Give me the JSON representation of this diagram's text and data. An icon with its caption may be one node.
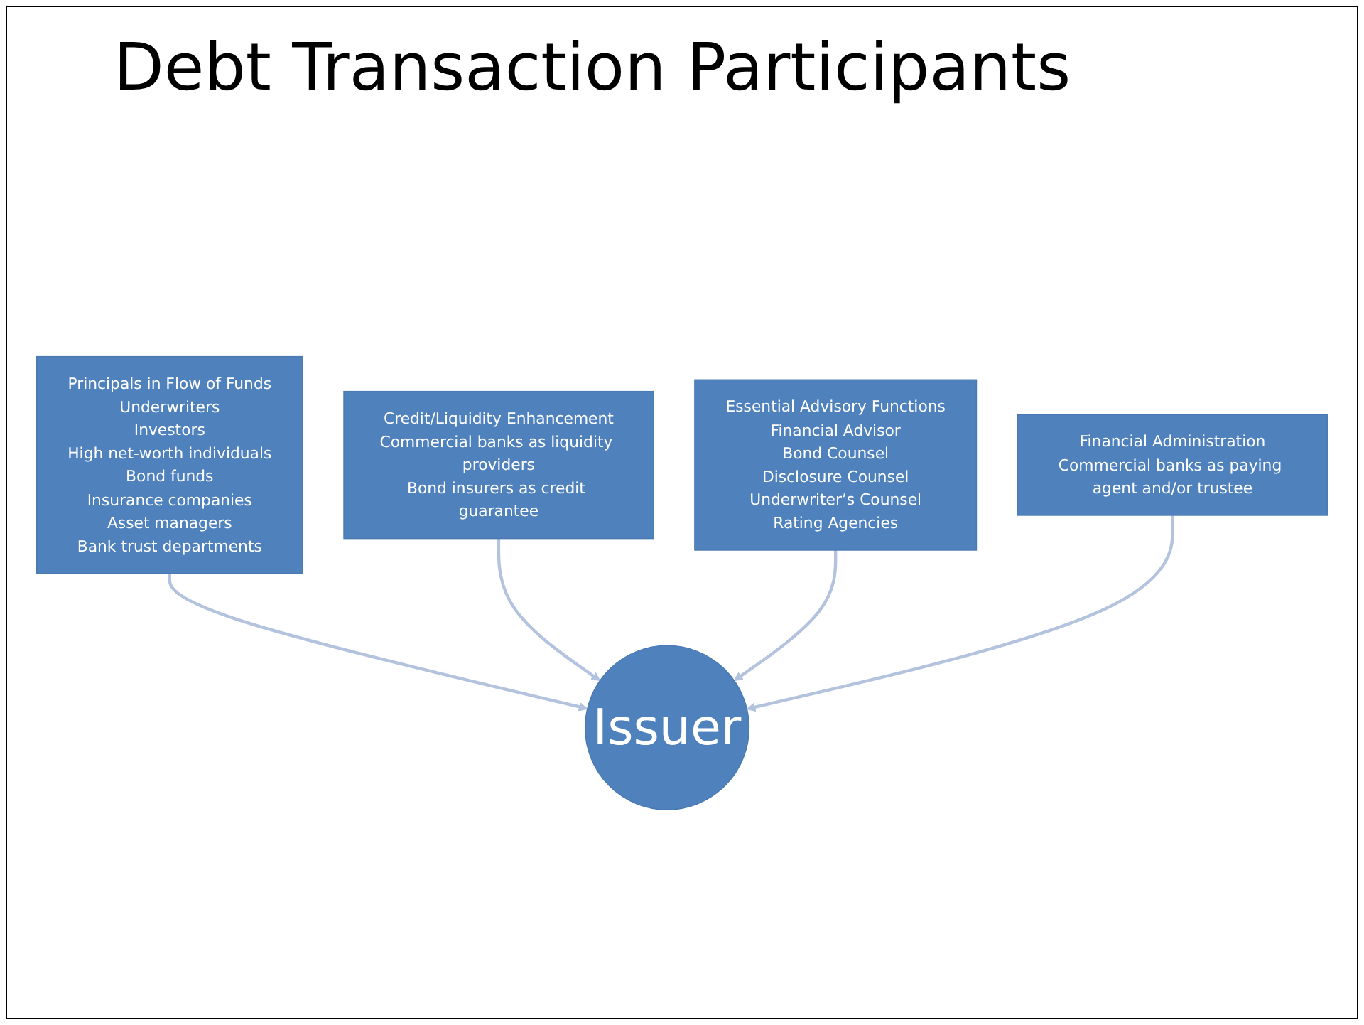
{
  "diagram": {
    "title": "Debt Transaction Participants",
    "nodes": [
      {
        "text": [
          "Principals in Flow of Funds",
          "Underwriters",
          "Investors",
          "High net-worth individuals",
          "Bond funds",
          "Insurance companies",
          "Asset managers",
          "Bank trust departments"
        ]
      },
      {
        "text": [
          "Credit/Liquidity Enhancement",
          "Commercial banks as liquidity providers",
          "Bond insurers as credit guarantee"
        ]
      },
      {
        "text": [
          "Essential Advisory Functions",
          "Financial Advisor",
          "Bond Counsel",
          "Disclosure Counsel",
          "Underwriter’s Counsel",
          "Rating Agencies"
        ]
      },
      {
        "text": [
          "Financial Administration",
          "Commercial banks as paying agent and/or trustee"
        ]
      },
      {
        "text": [
          "Issuer"
        ]
      }
    ],
    "edges": [
      {
        "from": 0,
        "to": 4,
        "arrow": "to"
      },
      {
        "from": 1,
        "to": 4,
        "arrow": "to"
      },
      {
        "from": 2,
        "to": 4,
        "arrow": "to"
      },
      {
        "from": 3,
        "to": 4,
        "arrow": "to"
      }
    ]
  }
}
